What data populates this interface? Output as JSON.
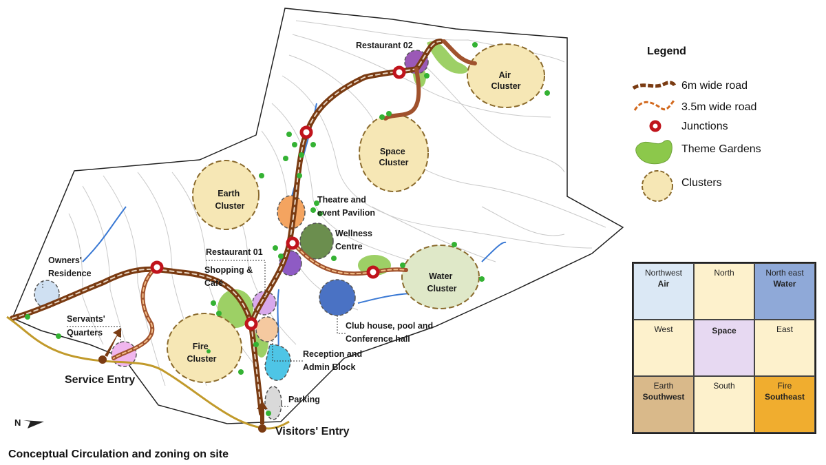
{
  "caption": "Conceptual Circulation and zoning on site",
  "north_arrow": {
    "label": "N",
    "icon": "north-arrow-icon"
  },
  "legend": {
    "title": "Legend",
    "items": [
      {
        "label": "6m wide road",
        "icon": "road-6m-icon",
        "color": "#7a3b12"
      },
      {
        "label": "3.5m wide road",
        "icon": "road-3-5m-icon",
        "color": "#d2691e"
      },
      {
        "label": "Junctions",
        "icon": "junction-icon",
        "color": "#c0141c"
      },
      {
        "label": "Theme Gardens",
        "icon": "theme-garden-icon",
        "color": "#8cc84b"
      },
      {
        "label": "Clusters",
        "icon": "cluster-icon",
        "color": "#f6e7b5"
      }
    ]
  },
  "map_labels": {
    "restaurant02": "Restaurant 02",
    "air_cluster": [
      "Air",
      "Cluster"
    ],
    "space_cluster": [
      "Space",
      "Cluster"
    ],
    "earth_cluster": [
      "Earth",
      "Cluster"
    ],
    "theatre": [
      "Theatre and",
      "event Pavilion"
    ],
    "wellness": [
      "Wellness",
      "Centre"
    ],
    "restaurant01": "Restaurant 01",
    "shopping": [
      "Shopping &",
      "Café"
    ],
    "water_cluster": [
      "Water",
      "Cluster"
    ],
    "owners": [
      "Owners'",
      "Residence"
    ],
    "servants": [
      "Servants'",
      "Quarters"
    ],
    "fire_cluster": [
      "Fire",
      "Cluster"
    ],
    "clubhouse": [
      "Club house, pool and",
      "Conference hall"
    ],
    "reception": [
      "Reception and",
      "Admin Block"
    ],
    "parking": "Parking",
    "service_entry": "Service Entry",
    "visitors_entry": "Visitors' Entry"
  },
  "orientation_grid": [
    {
      "top": "Northwest",
      "sub": "Air",
      "color": "#dbe8f5"
    },
    {
      "top": "North",
      "sub": "",
      "color": "#fdf1cc"
    },
    {
      "top": "North east",
      "sub": "Water",
      "color": "#8fa9d8"
    },
    {
      "top": "West",
      "sub": "",
      "color": "#fdf1cc"
    },
    {
      "top": "",
      "sub": "Space",
      "color": "#e7d9f2"
    },
    {
      "top": "East",
      "sub": "",
      "color": "#fdf1cc"
    },
    {
      "top": "Earth",
      "sub": "Southwest",
      "color": "#d9b98a"
    },
    {
      "top": "South",
      "sub": "",
      "color": "#fdf1cc"
    },
    {
      "top": "Fire",
      "sub": "Southeast",
      "color": "#f0ad2f"
    }
  ]
}
